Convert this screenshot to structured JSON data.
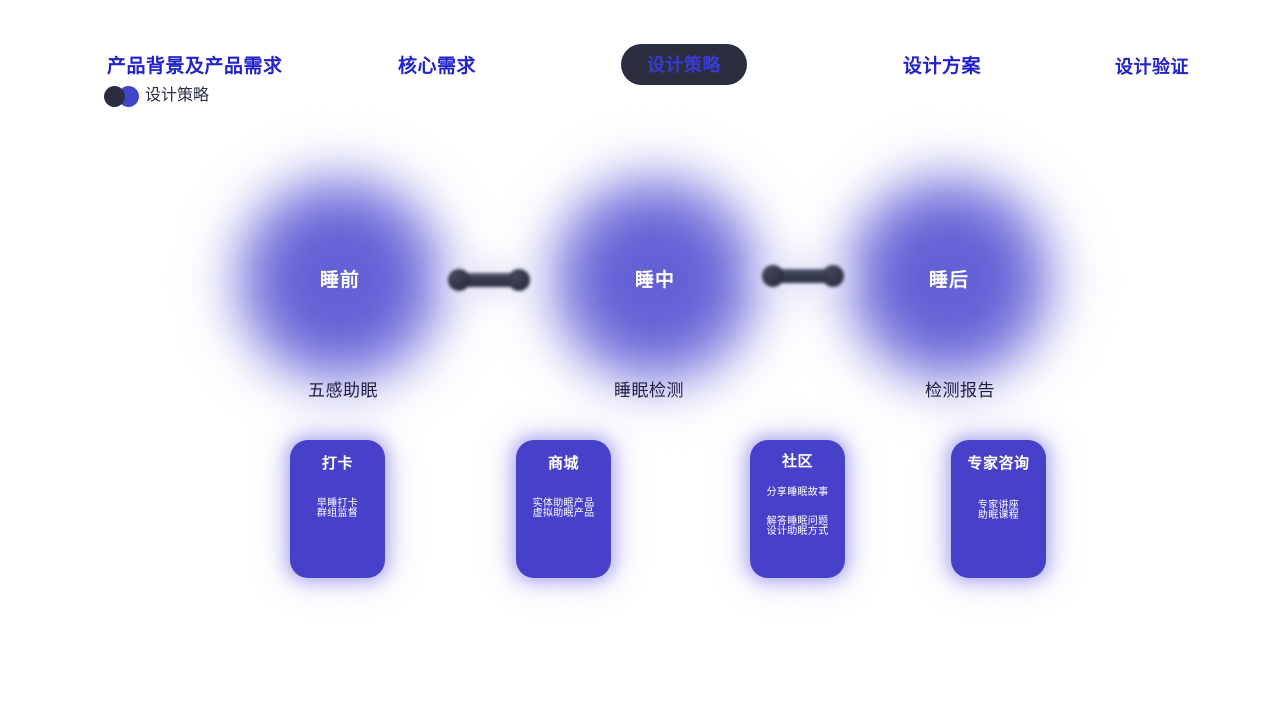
{
  "nav": {
    "items": [
      {
        "label": "产品背景及产品需求",
        "active": false
      },
      {
        "label": "核心需求",
        "active": false
      },
      {
        "label": "设计策略",
        "active": true
      },
      {
        "label": "设计方案",
        "active": false
      },
      {
        "label": "设计验证",
        "active": false
      }
    ],
    "active_label": "设计策略",
    "active_pill_bg": "#2b2e3f",
    "active_pill_text_color": "#3a3ad0",
    "link_color": "#2222cc"
  },
  "badge": {
    "label": "设计策略",
    "dot_dark_color": "#2a2d40",
    "dot_blue_color": "#3f44c8",
    "label_color": "#2b2f45"
  },
  "flow": {
    "stages": [
      {
        "orb_label": "睡前",
        "caption": "五感助眠"
      },
      {
        "orb_label": "睡中",
        "caption": "睡眠检测"
      },
      {
        "orb_label": "睡后",
        "caption": "检测报告"
      }
    ],
    "orb_color": "#5855d2",
    "caption_color": "#1c2141",
    "connector_color": "#2c3042",
    "connector_count": 2
  },
  "cards": [
    {
      "title": "打卡",
      "items": [
        "早睡打卡",
        "群组监督"
      ]
    },
    {
      "title": "商城",
      "items": [
        "实体助眠产品",
        "虚拟助眠产品"
      ]
    },
    {
      "title": "社区",
      "items": [
        "分享睡眠故事",
        "解答睡眠问题",
        "设计助眠方式"
      ]
    },
    {
      "title": "专家咨询",
      "items": [
        "专家讲座",
        "助眠课程"
      ]
    }
  ],
  "theme": {
    "background": "#ffffff",
    "card_bg": "#4740c9",
    "card_text": "#ffffff"
  }
}
